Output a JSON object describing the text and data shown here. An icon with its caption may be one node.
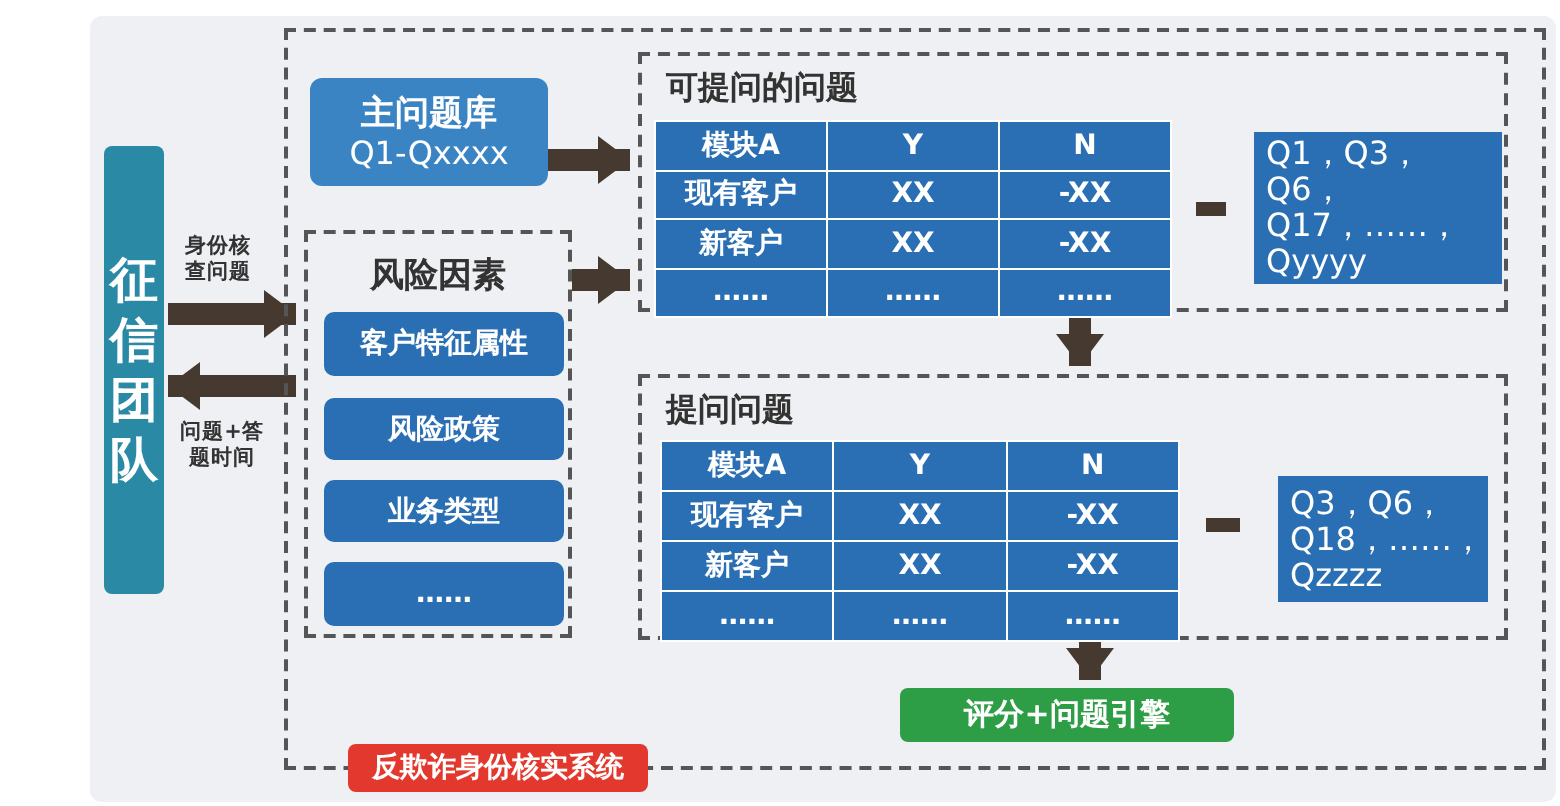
{
  "diagram": {
    "nodes": [
      {
        "text": [
          "征信团队"
        ]
      },
      {
        "text": [
          "反欺诈身份核实系统"
        ]
      },
      {
        "text": [
          "主问题库",
          "Q1-Qxxxx"
        ],
        "in": 1
      },
      {
        "text": [
          "风险因素"
        ],
        "in": 1
      },
      {
        "text": [
          "客户特征属性"
        ],
        "in": 3
      },
      {
        "text": [
          "风险政策"
        ],
        "in": 3
      },
      {
        "text": [
          "业务类型"
        ],
        "in": 3
      },
      {
        "text": [
          "……"
        ],
        "in": 3
      },
      {
        "text": [
          "可提问的问题"
        ],
        "in": 1
      },
      {
        "text": [
          "Q1，Q3，Q6，Q17，……，Qyyyy"
        ],
        "in": 8
      },
      {
        "text": [
          "提问问题"
        ],
        "in": 1
      },
      {
        "text": [
          "Q3，Q6，Q18，……，Qzzzz"
        ],
        "in": 10
      },
      {
        "text": [
          "评分+问题引擎"
        ],
        "in": 1
      }
    ],
    "edges": [
      {
        "from": 0,
        "to": 3,
        "arrow": "to",
        "label": "身份核查问题"
      },
      {
        "from": 3,
        "to": 0,
        "arrow": "to",
        "label": "问题+答题时间"
      },
      {
        "from": 2,
        "to": 8,
        "arrow": "to"
      },
      {
        "from": 3,
        "to": 8,
        "arrow": "to"
      },
      {
        "from": 8,
        "to": 10,
        "arrow": "to"
      },
      {
        "from": 10,
        "to": 12,
        "arrow": "to"
      }
    ],
    "labels": [
      "模块A",
      "Y",
      "N",
      "现有客户",
      "XX",
      "-XX",
      "新客户",
      "XX",
      "-XX",
      "……",
      "……",
      "……",
      "模块A",
      "Y",
      "N",
      "现有客户",
      "XX",
      "-XX",
      "新客户",
      "XX",
      "-XX",
      "……",
      "……",
      "……"
    ]
  }
}
